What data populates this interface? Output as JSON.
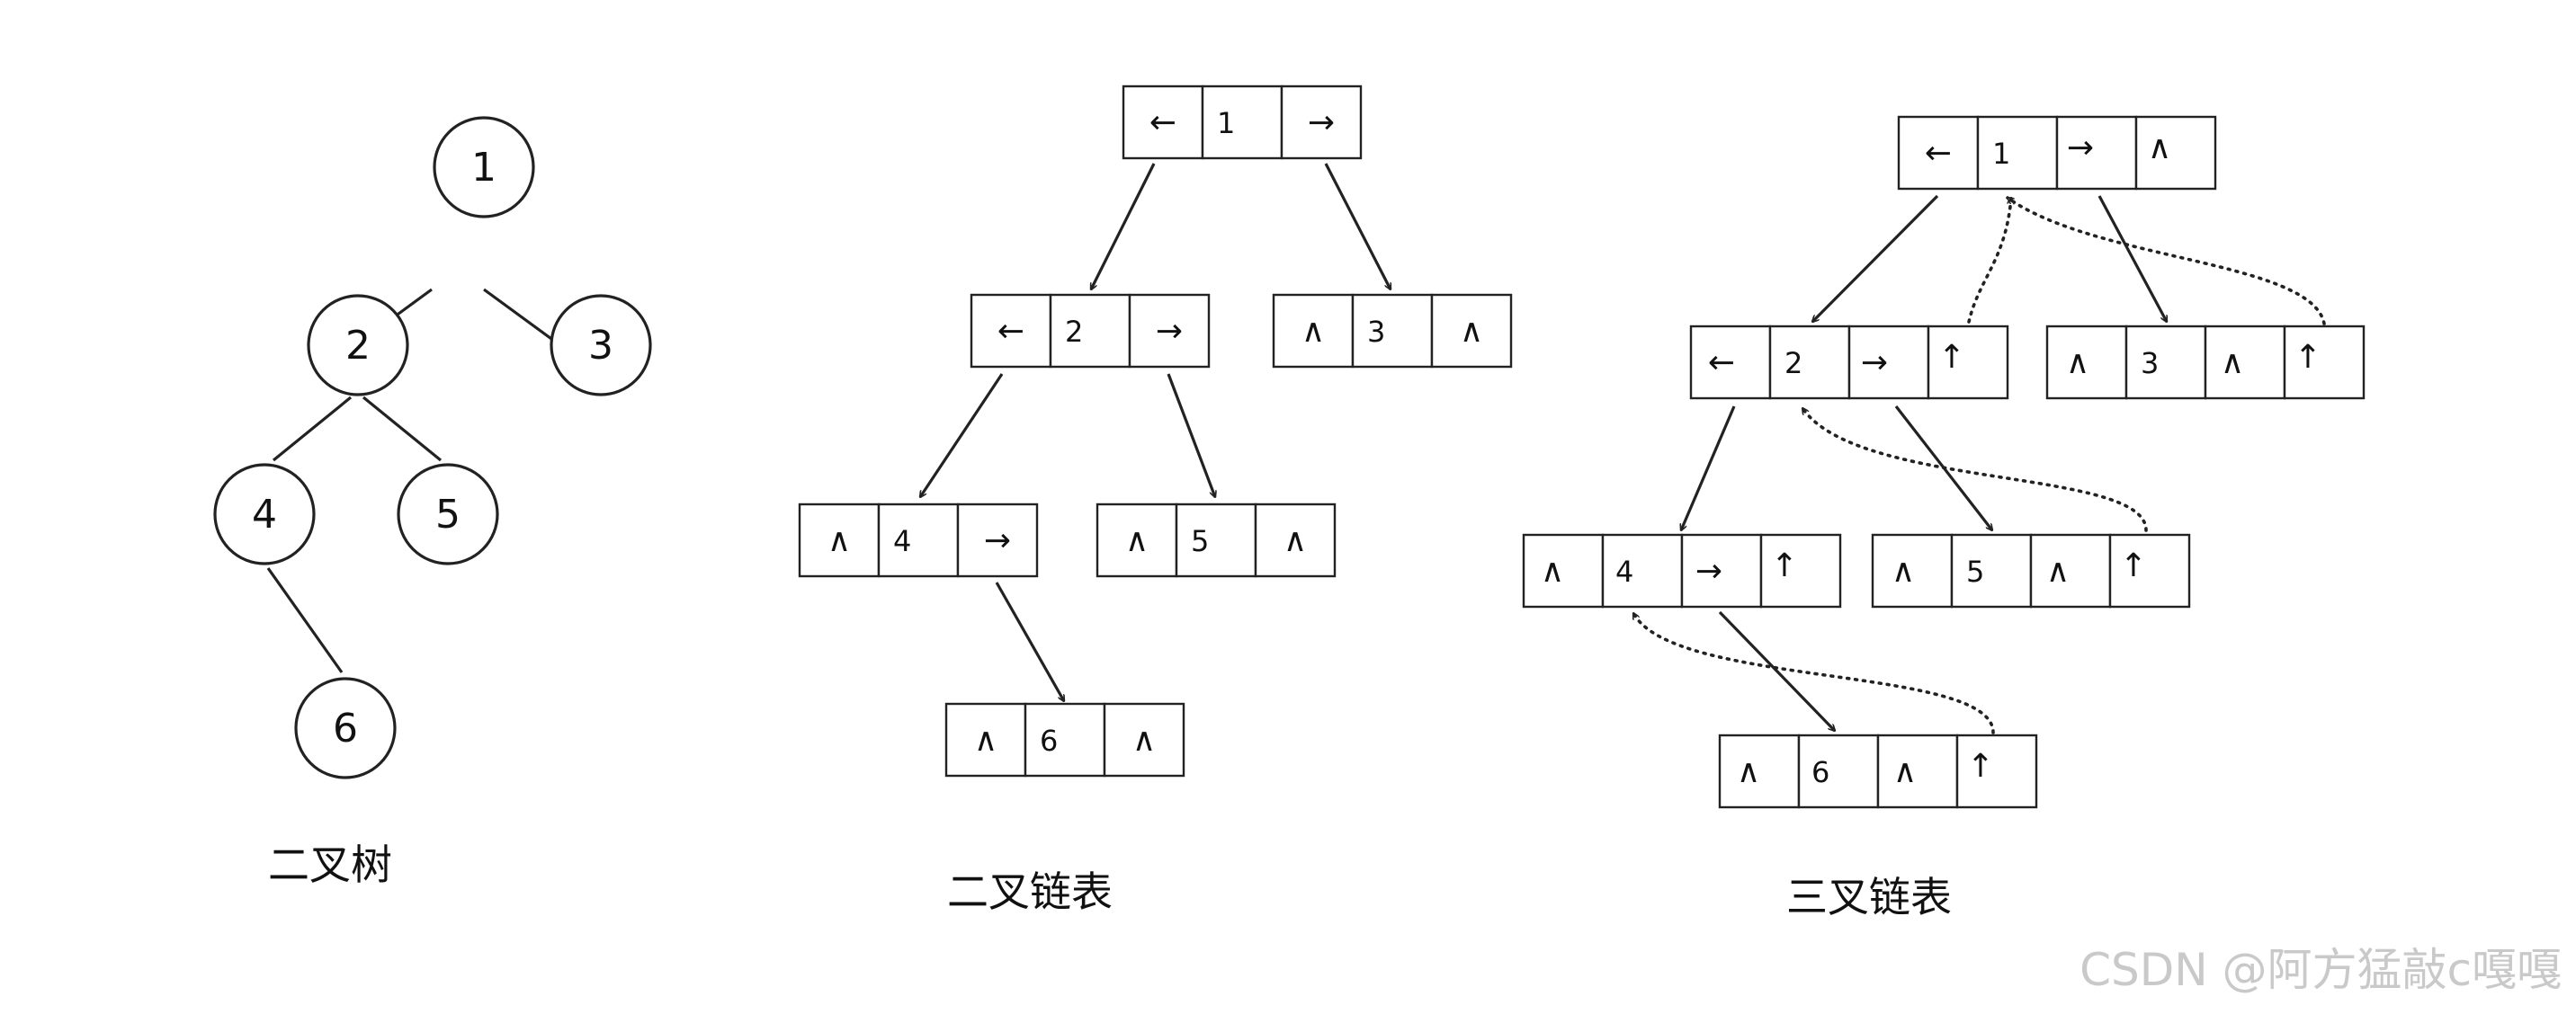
{
  "binary_tree": {
    "caption": "二叉树",
    "nodes": [
      "1",
      "2",
      "3",
      "4",
      "5",
      "6"
    ]
  },
  "binary_linked_list": {
    "caption": "二叉链表",
    "nodes": [
      {
        "cells": [
          "←",
          "1",
          "→"
        ]
      },
      {
        "cells": [
          "←",
          "2",
          "→"
        ]
      },
      {
        "cells": [
          "∧",
          "3",
          "∧"
        ]
      },
      {
        "cells": [
          "∧",
          "4",
          "→"
        ]
      },
      {
        "cells": [
          "∧",
          "5",
          "∧"
        ]
      },
      {
        "cells": [
          "∧",
          "6",
          "∧"
        ]
      }
    ]
  },
  "ternary_linked_list": {
    "caption": "三叉链表",
    "nodes": [
      {
        "cells": [
          "←",
          "1",
          "→",
          "∧"
        ]
      },
      {
        "cells": [
          "←",
          "2",
          "→",
          "↑"
        ]
      },
      {
        "cells": [
          "∧",
          "3",
          "∧",
          "↑"
        ]
      },
      {
        "cells": [
          "∧",
          "4",
          "→",
          "↑"
        ]
      },
      {
        "cells": [
          "∧",
          "5",
          "∧",
          "↑"
        ]
      },
      {
        "cells": [
          "∧",
          "6",
          "∧",
          "↑"
        ]
      }
    ]
  },
  "watermark": "CSDN @阿方猛敲c嘎嘎"
}
